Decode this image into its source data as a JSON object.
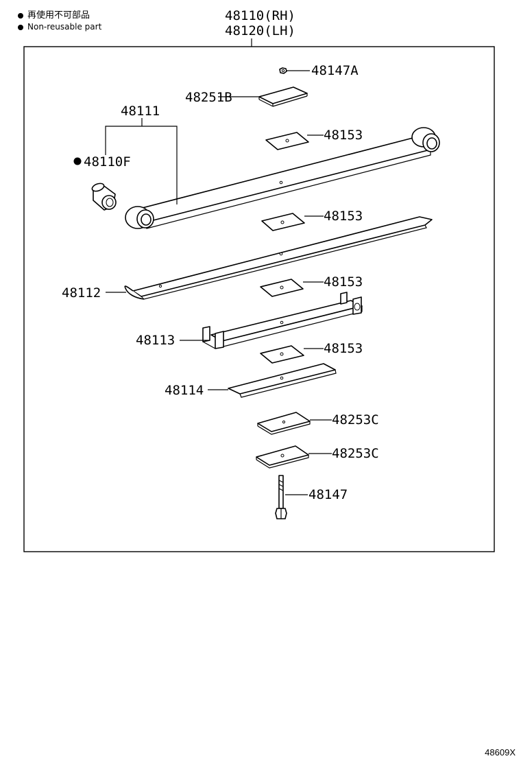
{
  "legend": {
    "jp": "再使用不可部品",
    "en": "Non-reusable part"
  },
  "assembly": {
    "rh": "48110(RH)",
    "lh": "48120(LH)"
  },
  "parts": {
    "p48147A": "48147A",
    "p48251B": "48251B",
    "p48111": "48111",
    "p48110F": "48110F",
    "p48153a": "48153",
    "p48153b": "48153",
    "p48153c": "48153",
    "p48153d": "48153",
    "p48112": "48112",
    "p48113": "48113",
    "p48114": "48114",
    "p48253Ca": "48253C",
    "p48253Cb": "48253C",
    "p48147": "48147"
  },
  "diagram_ref": "48609X",
  "colors": {
    "line": "#000000",
    "background": "#ffffff"
  }
}
